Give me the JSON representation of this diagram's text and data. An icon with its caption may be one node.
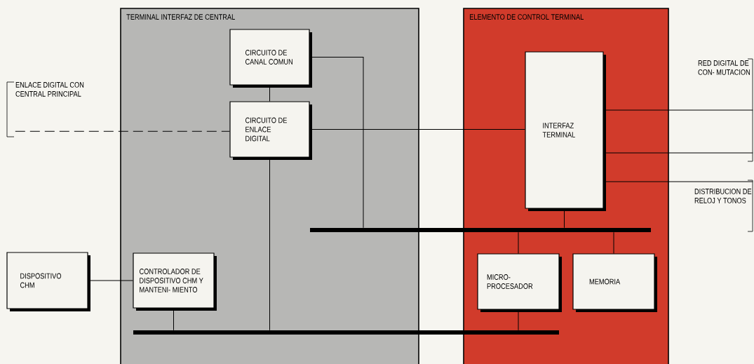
{
  "diagram": {
    "nodes": [
      {
        "text": [
          "TERMINAL INTERFAZ DE CENTRAL"
        ]
      },
      {
        "text": [
          "CIRCUITO DE CANAL COMUN"
        ],
        "in": 0
      },
      {
        "text": [
          "CIRCUITO DE ENLACE DIGITAL"
        ],
        "in": 0
      },
      {
        "text": [
          "CONTROLADOR DE DISPOSITIVO CHM Y MANTENI- MIENTO"
        ],
        "in": 0
      },
      {
        "text": [
          "ELEMENTO DE CONTROL TERMINAL"
        ]
      },
      {
        "text": [
          "INTERFAZ TERMINAL"
        ],
        "in": 4
      },
      {
        "text": [
          "MICRO- PROCESADOR"
        ],
        "in": 4
      },
      {
        "text": [
          "MEMORIA"
        ],
        "in": 4
      },
      {
        "text": [
          "DISPOSITIVO CHM"
        ]
      },
      {
        "text": [
          "ENLACE DIGITAL CON CENTRAL PRINCIPAL"
        ]
      },
      {
        "text": [
          "RED DIGITAL DE CON- MUTACION"
        ]
      },
      {
        "text": [
          "DISTRIBUCION DE RELOJ Y TONOS"
        ]
      },
      {
        "text": [],
        "shape": "bar"
      },
      {
        "text": [],
        "shape": "bar"
      }
    ],
    "edges": [
      {
        "from": 9,
        "to": 2,
        "arrow": "none",
        "style": "dashed"
      },
      {
        "from": 1,
        "to": 2,
        "arrow": "none"
      },
      {
        "from": 2,
        "to": 5,
        "arrow": "none"
      },
      {
        "from": 1,
        "to": 12,
        "arrow": "none"
      },
      {
        "from": 2,
        "to": 13,
        "arrow": "none"
      },
      {
        "from": 3,
        "to": 13,
        "arrow": "none"
      },
      {
        "from": 8,
        "to": 3,
        "arrow": "none"
      },
      {
        "from": 5,
        "to": 12,
        "arrow": "none"
      },
      {
        "from": 12,
        "to": 6,
        "arrow": "none"
      },
      {
        "from": 12,
        "to": 7,
        "arrow": "none"
      },
      {
        "from": 6,
        "to": 13,
        "arrow": "none"
      },
      {
        "from": 5,
        "to": 10,
        "arrow": "none"
      },
      {
        "from": 5,
        "to": 10,
        "arrow": "none"
      },
      {
        "from": 5,
        "to": 11,
        "arrow": "none"
      }
    ]
  }
}
